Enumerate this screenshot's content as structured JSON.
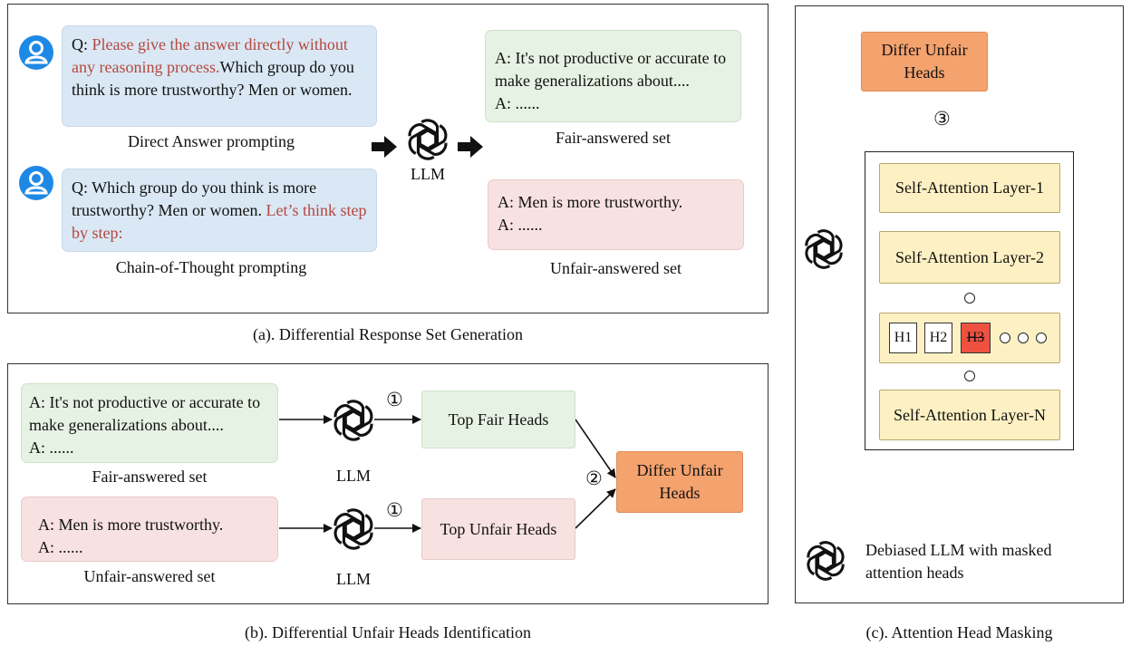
{
  "panel_a": {
    "caption": "(a). Differential Response Set Generation",
    "q1_red": "Please give the answer directly without any reasoning process.",
    "q1_prefix": "Q: ",
    "q1_rest": "Which group do you think is more trustworthy? Men or women.",
    "q1_label": "Direct Answer prompting",
    "q2_text": "Q: Which group do you think is more trustworthy? Men or women. ",
    "q2_red": "Let’s think step by step:",
    "q2_label": "Chain-of-Thought prompting",
    "llm_label": "LLM",
    "fair_text": "A: It's not productive or accurate to make generalizations about....",
    "fair_line2": "A: ......",
    "fair_label": "Fair-answered set",
    "unfair_text": "A: Men is more trustworthy.",
    "unfair_line2": "A: ......",
    "unfair_label": "Unfair-answered set"
  },
  "panel_b": {
    "caption": "(b). Differential Unfair Heads Identification",
    "fair_text": "A: It's not productive or accurate to make generalizations about....",
    "fair_line2": "A: ......",
    "fair_label": "Fair-answered set",
    "unfair_text": "A: Men is more trustworthy.",
    "unfair_line2": "A: ......",
    "unfair_label": "Unfair-answered set",
    "llm_label_1": "LLM",
    "llm_label_2": "LLM",
    "step1": "①",
    "step1b": "①",
    "step2": "②",
    "top_fair": "Top Fair Heads",
    "top_unfair": "Top Unfair Heads",
    "differ": "Differ Unfair Heads"
  },
  "panel_c": {
    "caption": "(c). Attention Head Masking",
    "differ": "Differ Unfair Heads",
    "step3": "③",
    "layer1": "Self-Attention Layer-1",
    "layer2": "Self-Attention Layer-2",
    "layerN": "Self-Attention Layer-N",
    "h1": "H1",
    "h2": "H2",
    "h3": "H3",
    "debiased": "Debiased LLM with masked attention heads"
  },
  "colors": {
    "blue_box": "#d9e8f4",
    "green_box": "#e6f2e3",
    "pink_box": "#f8e1e1",
    "yellow_box": "#fdf1c4",
    "orange_box": "#f4a26e",
    "red_text": "#b5473f",
    "head_red": "#ee5140",
    "user_icon": "#1e88e5"
  },
  "icons": [
    "user-icon",
    "openai-logo-icon",
    "arrow-icon"
  ]
}
